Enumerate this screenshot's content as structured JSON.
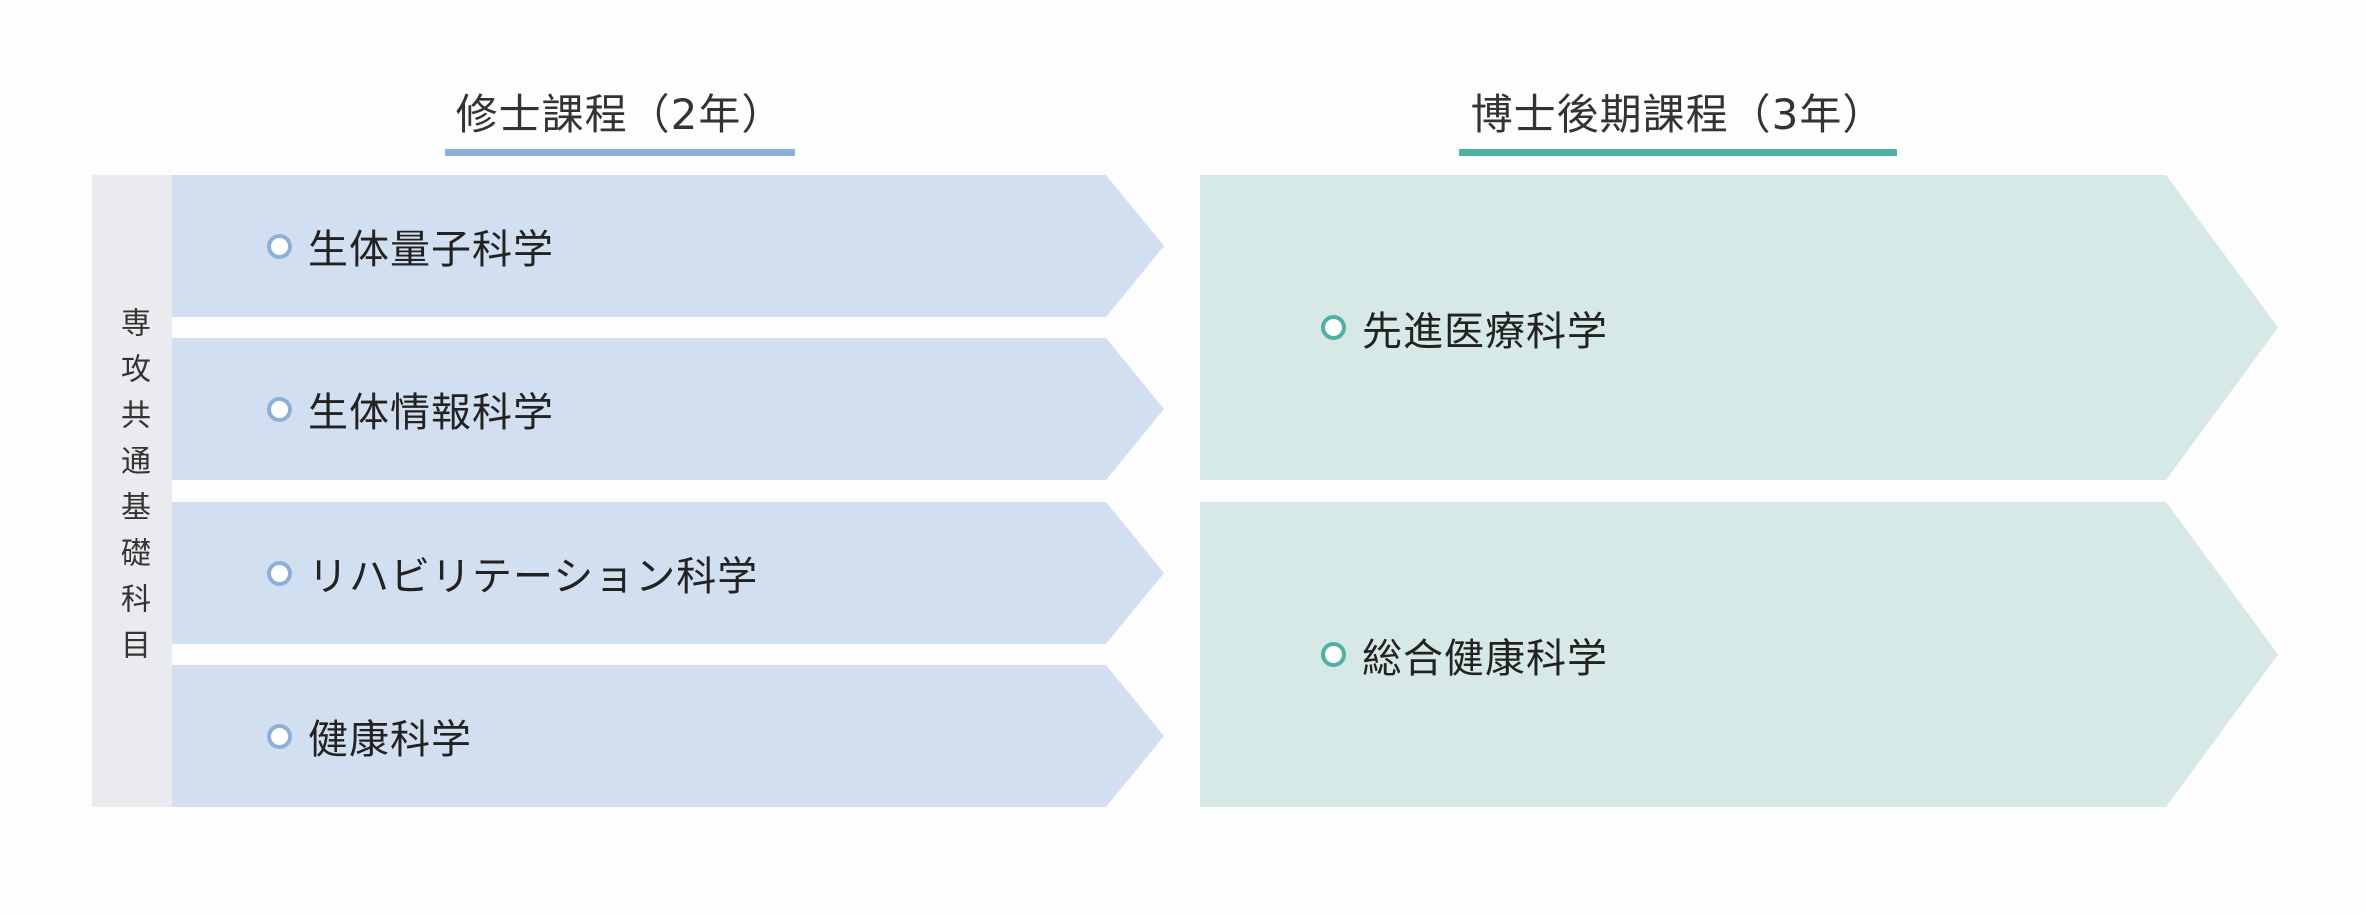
{
  "headers": {
    "master": "修士課程（2年）",
    "doctor": "博士後期課程（3年）"
  },
  "common_subjects": "専攻共通基礎科目",
  "master_courses": [
    "生体量子科学",
    "生体情報科学",
    "リハビリテーション科学",
    "健康科学"
  ],
  "doctor_courses": [
    "先進医療科学",
    "総合健康科学"
  ],
  "colors": {
    "master_accent": "#8db0d8",
    "master_fill": "#d2dff0",
    "doctor_accent": "#4fb0a4",
    "doctor_fill": "#d7e9e6",
    "common_fill": "#eaebee"
  }
}
